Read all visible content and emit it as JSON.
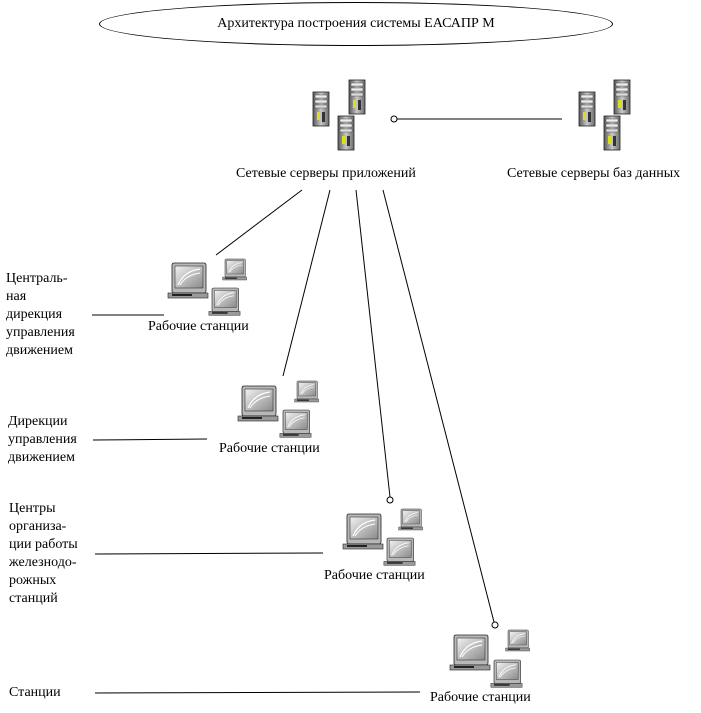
{
  "title": "Архитектура построения системы ЕАСАПР М",
  "app_servers": {
    "label": "Сетевые серверы приложений",
    "icon": "server-rack-icon"
  },
  "db_servers": {
    "label": "Сетевые серверы баз данных",
    "icon": "server-rack-icon"
  },
  "workstation_groups": [
    {
      "label": "Рабочие станции",
      "icon": "workstation-icon"
    },
    {
      "label": "Рабочие станции",
      "icon": "workstation-icon"
    },
    {
      "label": "Рабочие станции",
      "icon": "workstation-icon"
    },
    {
      "label": "Рабочие станции",
      "icon": "workstation-icon"
    }
  ],
  "levels": [
    {
      "label": "Централь-\nная\nдирекция\nуправления\nдвижением"
    },
    {
      "label": "Дирекции\nуправления\nдвижением"
    },
    {
      "label": "Центры\nорганиза-\nции работы\nжелезнодо-\nрожных\nстанций"
    },
    {
      "label": "Станции"
    }
  ]
}
